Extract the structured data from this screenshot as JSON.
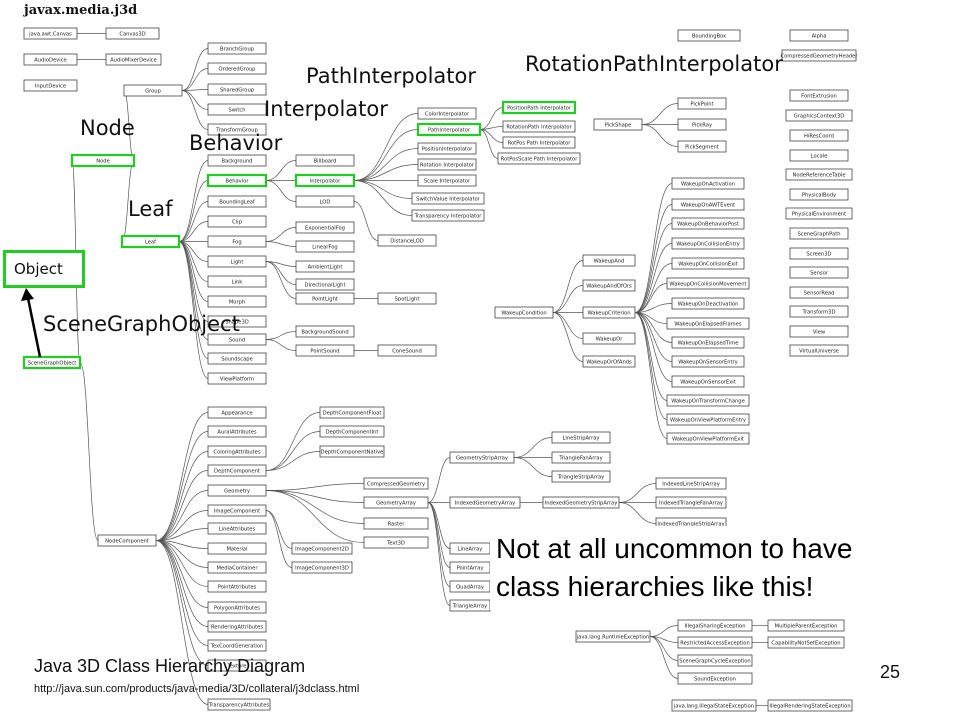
{
  "package_title": "javax.media.j3d",
  "callouts": {
    "node": "Node",
    "leaf": "Leaf",
    "behavior": "Behavior",
    "interpolator": "Interpolator",
    "path_interpolator": "PathInterpolator",
    "rotation_path_interpolator": "RotationPathInterpolator",
    "scene_graph_object": "SceneGraphObject",
    "object": "Object"
  },
  "note": {
    "line1": "Not at all uncommon to have",
    "line2": "class hierarchies like this!"
  },
  "footer": {
    "title": "Java 3D Class Hierarchy Diagram",
    "url": "http://java.sun.com/products/java-media/3D/collateral/j3dclass.html",
    "page_number": "25"
  },
  "colors": {
    "highlight": "#22cc22",
    "arrow": "#000000"
  },
  "diagram": {
    "nodes": [
      {
        "id": "awtcanvas",
        "label": "java.awt.Canvas"
      },
      {
        "id": "canvas3d",
        "label": "Canvas3D"
      },
      {
        "id": "audiodevice",
        "label": "AudioDevice"
      },
      {
        "id": "audiodevice3d",
        "label": "AudioMixerDevice"
      },
      {
        "id": "inputdevice",
        "label": "InputDevice"
      },
      {
        "id": "node",
        "label": "Node",
        "hl": true
      },
      {
        "id": "leaf",
        "label": "Leaf",
        "hl": true
      },
      {
        "id": "sgo",
        "label": "SceneGraphObject",
        "hl": true
      },
      {
        "id": "group",
        "label": "Group"
      },
      {
        "id": "branchgroup",
        "label": "BranchGroup"
      },
      {
        "id": "orderedgroup",
        "label": "OrderedGroup"
      },
      {
        "id": "sharedgroup",
        "label": "SharedGroup"
      },
      {
        "id": "switch",
        "label": "Switch"
      },
      {
        "id": "transformgroup",
        "label": "TransformGroup"
      },
      {
        "id": "background",
        "label": "Background"
      },
      {
        "id": "behavior",
        "label": "Behavior",
        "hl": true
      },
      {
        "id": "boundingleaf",
        "label": "BoundingLeaf"
      },
      {
        "id": "clip",
        "label": "Clip"
      },
      {
        "id": "fog",
        "label": "Fog"
      },
      {
        "id": "light",
        "label": "Light"
      },
      {
        "id": "link",
        "label": "Link"
      },
      {
        "id": "morph",
        "label": "Morph"
      },
      {
        "id": "shape3d",
        "label": "Shape3D"
      },
      {
        "id": "sound",
        "label": "Sound"
      },
      {
        "id": "soundscape",
        "label": "Soundscape"
      },
      {
        "id": "viewplatform",
        "label": "ViewPlatform"
      },
      {
        "id": "billboard",
        "label": "Billboard"
      },
      {
        "id": "interpolator",
        "label": "Interpolator",
        "hl": true
      },
      {
        "id": "lod",
        "label": "LOD"
      },
      {
        "id": "distancelod",
        "label": "DistanceLOD"
      },
      {
        "id": "expfog",
        "label": "ExponentialFog"
      },
      {
        "id": "linearfog",
        "label": "LinearFog"
      },
      {
        "id": "ambientlight",
        "label": "AmbientLight"
      },
      {
        "id": "dirlight",
        "label": "DirectionalLight"
      },
      {
        "id": "pointlight",
        "label": "PointLight"
      },
      {
        "id": "spotlight",
        "label": "SpotLight"
      },
      {
        "id": "bgsound",
        "label": "BackgroundSound"
      },
      {
        "id": "pointsound",
        "label": "PointSound"
      },
      {
        "id": "conesound",
        "label": "ConeSound"
      },
      {
        "id": "colorinterp",
        "label": "ColorInterpolator"
      },
      {
        "id": "pathinterp",
        "label": "PathInterpolator",
        "hl": true
      },
      {
        "id": "posinterp",
        "label": "PositionInterpolator"
      },
      {
        "id": "rotinterp",
        "label": "Rotation Interpolator"
      },
      {
        "id": "scaleinterp",
        "label": "Scale Interpolator"
      },
      {
        "id": "switchinterp",
        "label": "SwitchValue Interpolator"
      },
      {
        "id": "transinterp",
        "label": "Transparency Interpolator"
      },
      {
        "id": "pospathinterp",
        "label": "PositionPath Interpolator",
        "hl": true
      },
      {
        "id": "rotpathinterp",
        "label": "RotationPath Interpolator"
      },
      {
        "id": "rotposinterp",
        "label": "RotPos Path Interpolator"
      },
      {
        "id": "rotposscale",
        "label": "RotPosScale Path Interpolator"
      },
      {
        "id": "pickshape",
        "label": "PickShape"
      },
      {
        "id": "pickpoint",
        "label": "PickPoint"
      },
      {
        "id": "pickray",
        "label": "PickRay"
      },
      {
        "id": "picksegment",
        "label": "PickSegment"
      },
      {
        "id": "wakeupcond",
        "label": "WakeupCondition"
      },
      {
        "id": "wakeupand",
        "label": "WakeupAnd"
      },
      {
        "id": "wakeupandofors",
        "label": "WakeupAndOfOrs"
      },
      {
        "id": "wakeupcriterion",
        "label": "WakeupCriterion"
      },
      {
        "id": "wakeupor",
        "label": "WakeupOr"
      },
      {
        "id": "wakeuporofands",
        "label": "WakeupOrOfAnds"
      },
      {
        "id": "w1",
        "label": "WakeupOnActivation"
      },
      {
        "id": "w2",
        "label": "WakeupOnAWTEvent"
      },
      {
        "id": "w3",
        "label": "WakeupOnBehaviorPost"
      },
      {
        "id": "w4",
        "label": "WakeupOnCollisionEntry"
      },
      {
        "id": "w5",
        "label": "WakeupOnCollisionExit"
      },
      {
        "id": "w6",
        "label": "WakeupOnCollisionMovement"
      },
      {
        "id": "w7",
        "label": "WakeupOnDeactivation"
      },
      {
        "id": "w8",
        "label": "WakeupOnElapsedFrames"
      },
      {
        "id": "w9",
        "label": "WakeupOnElapsedTime"
      },
      {
        "id": "w10",
        "label": "WakeupOnSensorEntry"
      },
      {
        "id": "w11",
        "label": "WakeupOnSensorExit"
      },
      {
        "id": "w12",
        "label": "WakeupOnTransformChange"
      },
      {
        "id": "w13",
        "label": "WakeupOnViewPlatformEntry"
      },
      {
        "id": "w14",
        "label": "WakeupOnViewPlatformExit"
      },
      {
        "id": "boundingbox",
        "label": "BoundingBox"
      },
      {
        "id": "alpha",
        "label": "Alpha"
      },
      {
        "id": "comprgeomheader",
        "label": "CompressedGeometryHeader"
      },
      {
        "id": "fontextrusion",
        "label": "FontExtrusion"
      },
      {
        "id": "gc3d",
        "label": "GraphicsContext3D"
      },
      {
        "id": "hirescoord",
        "label": "HiResCoord"
      },
      {
        "id": "locale",
        "label": "Locale"
      },
      {
        "id": "nodereftable",
        "label": "NodeReferenceTable"
      },
      {
        "id": "physicalbody",
        "label": "PhysicalBody"
      },
      {
        "id": "physicalenv",
        "label": "PhysicalEnvironment"
      },
      {
        "id": "scenegraphpath",
        "label": "SceneGraphPath"
      },
      {
        "id": "screen3d",
        "label": "Screen3D"
      },
      {
        "id": "sensor",
        "label": "Sensor"
      },
      {
        "id": "sensorread",
        "label": "SensorRead"
      },
      {
        "id": "transform3d",
        "label": "Transform3D"
      },
      {
        "id": "view",
        "label": "View"
      },
      {
        "id": "virtualuniverse",
        "label": "VirtualUniverse"
      },
      {
        "id": "nodecomponent",
        "label": "NodeComponent"
      },
      {
        "id": "appearance",
        "label": "Appearance"
      },
      {
        "id": "auralattr",
        "label": "AuralAttributes"
      },
      {
        "id": "coloringattr",
        "label": "ColoringAttributes"
      },
      {
        "id": "depthcomp",
        "label": "DepthComponent"
      },
      {
        "id": "geometry",
        "label": "Geometry"
      },
      {
        "id": "imagecomp",
        "label": "ImageComponent"
      },
      {
        "id": "lineattr",
        "label": "LineAttributes"
      },
      {
        "id": "material",
        "label": "Material"
      },
      {
        "id": "mediacontainer",
        "label": "MediaContainer"
      },
      {
        "id": "pointattr",
        "label": "PointAttributes"
      },
      {
        "id": "polygonattr",
        "label": "PolygonAttributes"
      },
      {
        "id": "renderingattr",
        "label": "RenderingAttributes"
      },
      {
        "id": "texcoordgen",
        "label": "TexCoordGeneration"
      },
      {
        "id": "texture",
        "label": "Texture"
      },
      {
        "id": "transparencyattr",
        "label": "TransparencyAttributes"
      },
      {
        "id": "depthfloat",
        "label": "DepthComponentFloat"
      },
      {
        "id": "depthint",
        "label": "DepthComponentInt"
      },
      {
        "id": "depthnative",
        "label": "DepthComponentNative"
      },
      {
        "id": "imagecomp2d",
        "label": "ImageComponent2D"
      },
      {
        "id": "imagecomp3d",
        "label": "ImageComponent3D"
      },
      {
        "id": "compressedgeom",
        "label": "CompressedGeometry"
      },
      {
        "id": "geomarray",
        "label": "GeometryArray"
      },
      {
        "id": "raster",
        "label": "Raster"
      },
      {
        "id": "text3d",
        "label": "Text3D"
      },
      {
        "id": "geomstriparray",
        "label": "GeometryStripArray"
      },
      {
        "id": "linestriparray",
        "label": "LineStripArray"
      },
      {
        "id": "trifanarray",
        "label": "TriangleFanArray"
      },
      {
        "id": "tristriparray",
        "label": "TriangleStripArray"
      },
      {
        "id": "indexedgeomarray",
        "label": "IndexedGeometryArray"
      },
      {
        "id": "indexedgeomstrip",
        "label": "IndexedGeometryStripArray"
      },
      {
        "id": "indexedlinestrip",
        "label": "IndexedLineStripArray"
      },
      {
        "id": "indexedtrifan",
        "label": "IndexedTriangleFanArray"
      },
      {
        "id": "indexedtristrip",
        "label": "IndexedTriangleStripArray"
      },
      {
        "id": "linearray",
        "label": "LineArray"
      },
      {
        "id": "pointarray",
        "label": "PointArray"
      },
      {
        "id": "quadarray",
        "label": "QuadArray"
      },
      {
        "id": "trianglearray",
        "label": "TriangleArray"
      },
      {
        "id": "runtimeexc",
        "label": "java.lang.RuntimeException"
      },
      {
        "id": "illegalsharing",
        "label": "IllegalSharingException"
      },
      {
        "id": "restrictedaccess",
        "label": "RestrictedAccessException"
      },
      {
        "id": "sgcycle",
        "label": "SceneGraphCycleException"
      },
      {
        "id": "soundexc",
        "label": "SoundException"
      },
      {
        "id": "illegalstate",
        "label": "java.lang.IllegalStateException"
      },
      {
        "id": "multipleparent",
        "label": "MultipleParentException"
      },
      {
        "id": "capnotset",
        "label": "CapabilityNotSetException"
      },
      {
        "id": "illegalrendering",
        "label": "IllegalRenderingStateException"
      }
    ]
  }
}
